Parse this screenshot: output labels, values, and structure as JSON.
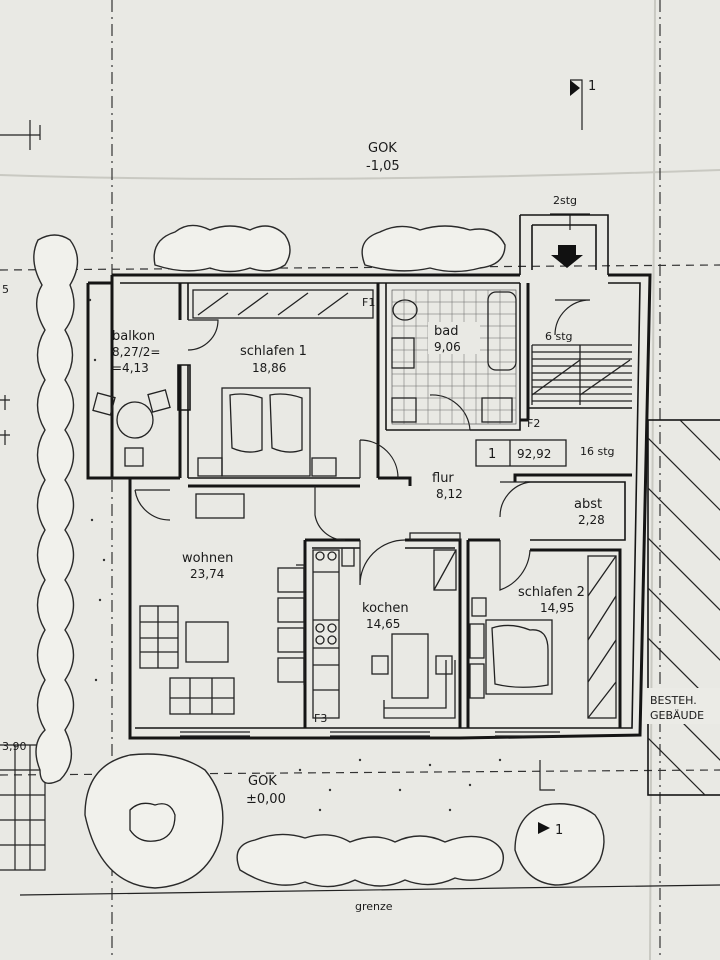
{
  "top_level": {
    "label": "GOK",
    "value": "-1,05"
  },
  "bottom_level": {
    "label": "GOK",
    "value": "±0,00"
  },
  "section_marker": "1",
  "stair_label": "2stg",
  "boundary_label": "grenze",
  "left_edge_numbers": [
    "5",
    "3,90"
  ],
  "existing_building": [
    "BESTEH.",
    "GEBÄUDE"
  ],
  "rooms": {
    "balkon": {
      "name": "balkon",
      "area_calc": "8,27/2=",
      "area": "=4,13"
    },
    "schlafen1": {
      "name": "schlafen 1",
      "area": "18,86"
    },
    "bad": {
      "name": "bad",
      "area": "9,06"
    },
    "flur": {
      "name": "flur",
      "area": "8,12"
    },
    "abst": {
      "name": "abst",
      "area": "2,28"
    },
    "wohnen": {
      "name": "wohnen",
      "area": "23,74"
    },
    "kochen": {
      "name": "kochen",
      "area": "14,65"
    },
    "schlafen2": {
      "name": "schlafen 2",
      "area": "14,95"
    }
  },
  "stairs": {
    "upper": "6 stg",
    "lower": "16 stg"
  },
  "unit": {
    "number": "1",
    "total_area": "92,92"
  },
  "window_tags": [
    "F1",
    "F2",
    "F3"
  ]
}
